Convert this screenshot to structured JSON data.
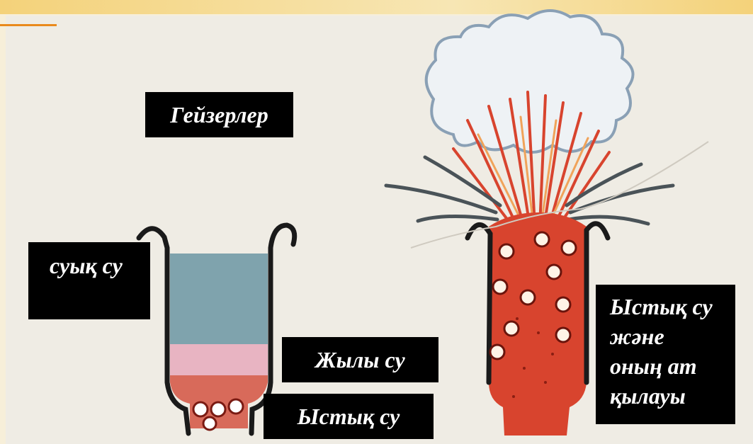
{
  "diagram": {
    "title": "Гейзерлер",
    "labels": {
      "cold_water": "суық су",
      "warm_water": "Жылы су",
      "hot_water": "Ыстық су",
      "hot_water_eruption": [
        "Ыстық су",
        "және",
        "оның ат",
        "қылауы"
      ]
    },
    "colors": {
      "cold_water": "#7fa3ad",
      "warm_water": "#e8b4c2",
      "hot_water": "#d8442e",
      "steam": "#dfe6ee",
      "vessel_outline": "#1a1a1a"
    }
  }
}
